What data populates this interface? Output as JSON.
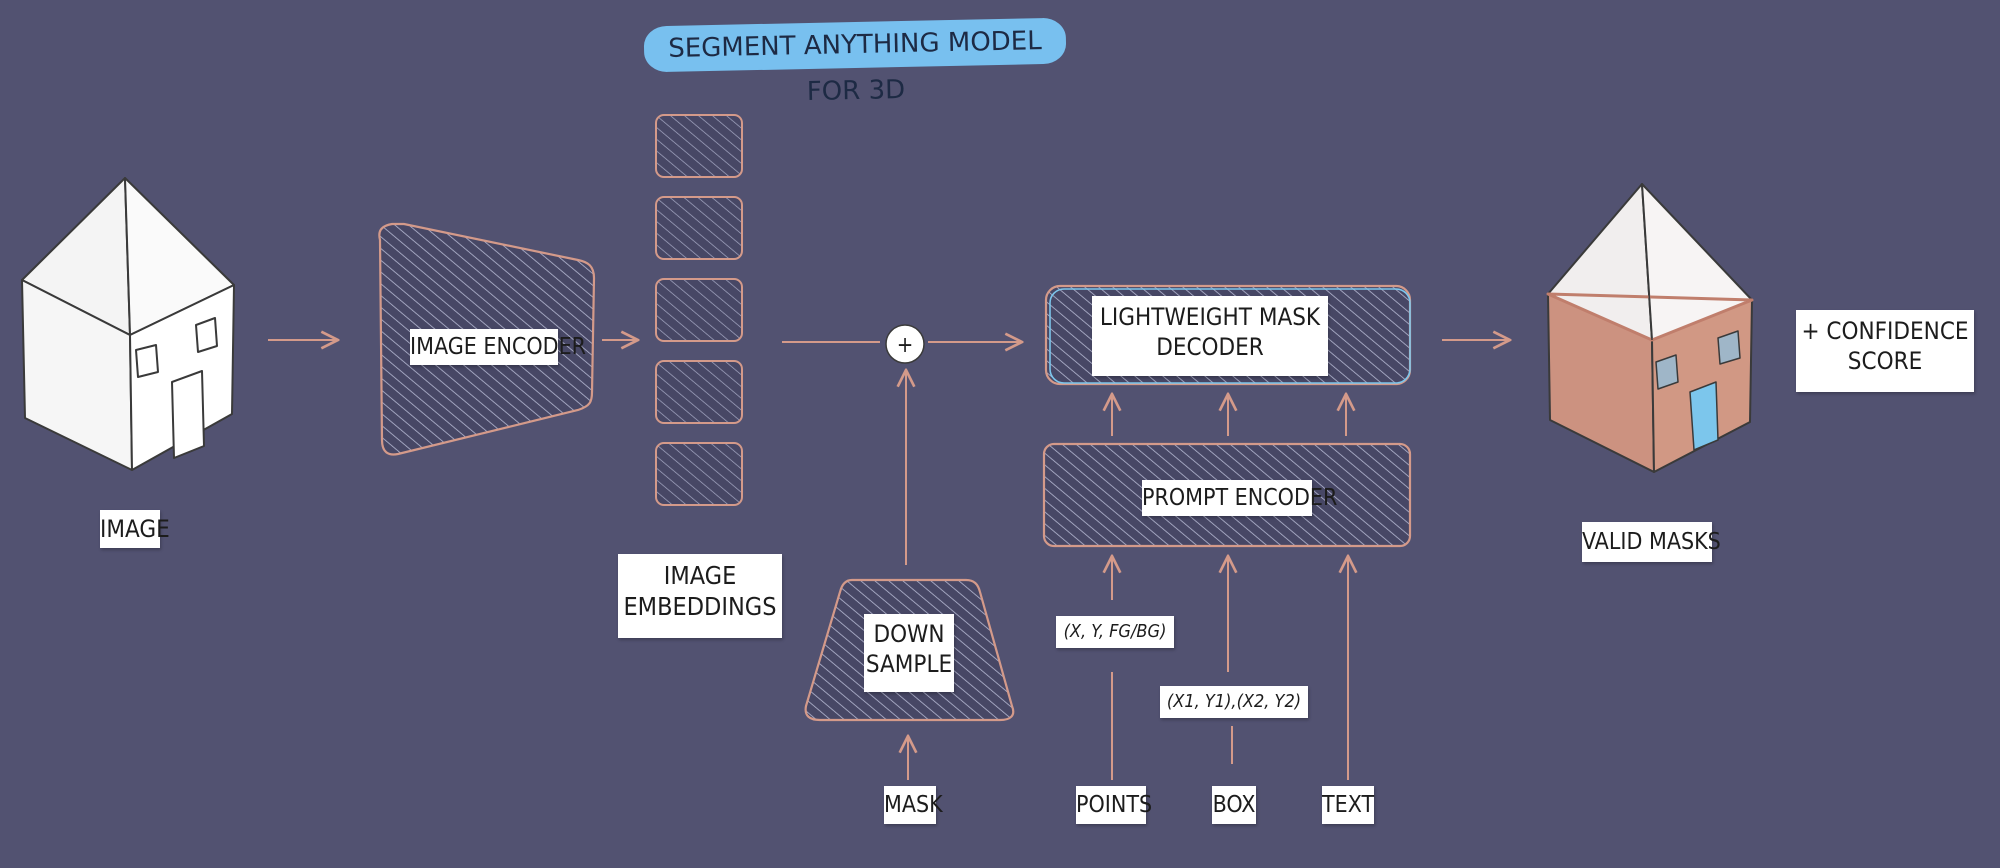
{
  "title": "SEGMENT ANYTHING MODEL FOR 3D",
  "colors": {
    "background": "#525271",
    "block_stroke": "#d49a8a",
    "hatch": "#c9cde6",
    "title_pill": "#78c0ef",
    "house_mask": "#cc9280",
    "window_mask": "#9fb6c8",
    "door_mask": "#7cc6ec"
  },
  "labels": {
    "image": "IMAGE",
    "image_encoder": "IMAGE ENCODER",
    "image_embeddings_line1": "IMAGE",
    "image_embeddings_line2": "EMBEDDINGS",
    "plus": "+",
    "down_sample_line1": "DOWN",
    "down_sample_line2": "SAMPLE",
    "mask": "MASK",
    "decoder_line1": "LIGHTWEIGHT MASK",
    "decoder_line2": "DECODER",
    "prompt_encoder": "PROMPT ENCODER",
    "points_coords": "(X, Y, FG/BG)",
    "box_coords": "(X1, Y1),(X2, Y2)",
    "points": "POINTS",
    "box": "BOX",
    "text": "TEXT",
    "valid_masks": "VALID MASKS",
    "confidence_line1": "+ CONFIDENCE",
    "confidence_line2": "SCORE"
  },
  "icons": [
    "house-icon",
    "masked-house-icon",
    "plus-circle-icon"
  ]
}
